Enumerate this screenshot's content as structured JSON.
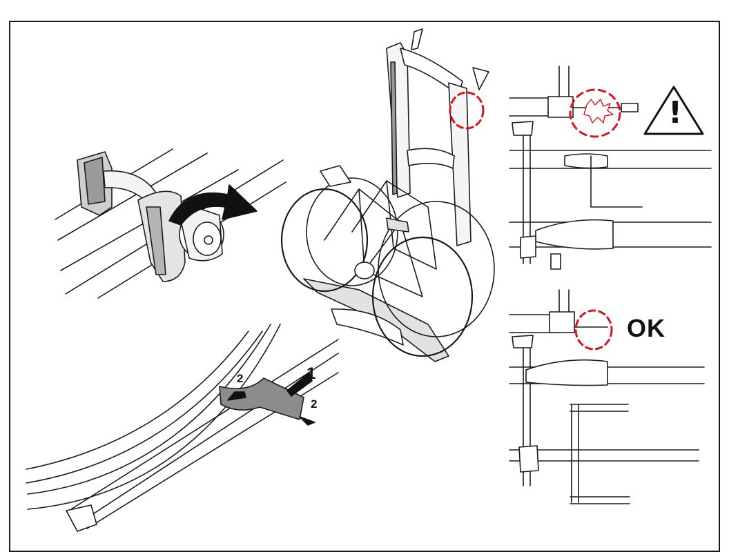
{
  "labels": {
    "step_one": "1",
    "step_two_left": "2",
    "step_two_right": "2",
    "ok": "OK",
    "warning_symbol": "!"
  },
  "colors": {
    "line": "#1a1a1a",
    "accent_red": "#d9121b",
    "strap_gray": "#8c8c8c",
    "part_gray": "#b5b5b5"
  },
  "panels": [
    {
      "name": "knob-tighten-panel",
      "icon": "rotate-arrow-icon"
    },
    {
      "name": "bike-rack-overview-panel",
      "icon": "bike-rack-icon"
    },
    {
      "name": "warning-detail-panel",
      "icon": "warning-triangle-icon"
    },
    {
      "name": "ok-detail-panel",
      "icon": "check-detail-icon"
    },
    {
      "name": "wheel-strap-panel",
      "icon": "strap-arrow-icon"
    }
  ]
}
